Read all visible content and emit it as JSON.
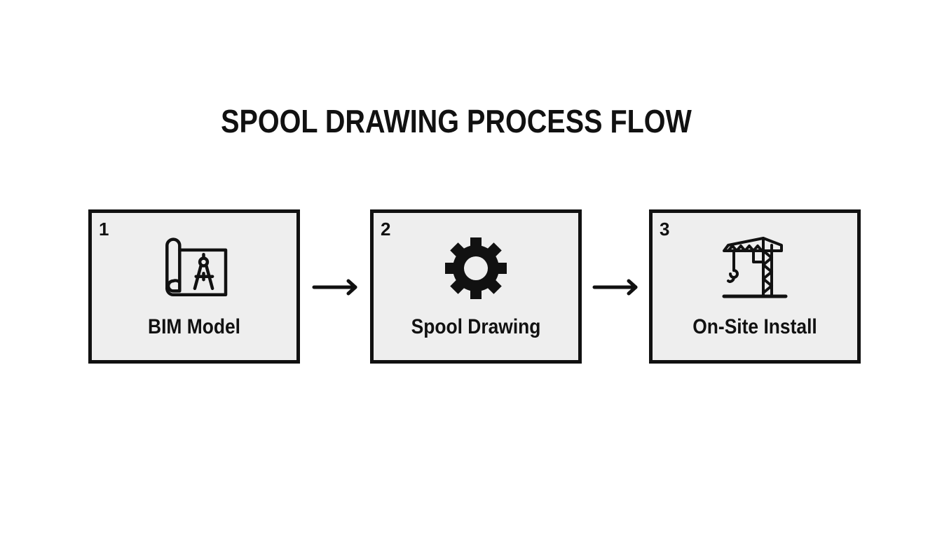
{
  "diagram": {
    "title": "SPOOL DRAWING PROCESS FLOW",
    "colors": {
      "background": "#ffffff",
      "box_fill": "#eeeeee",
      "stroke": "#111111"
    },
    "steps": [
      {
        "number": "1",
        "label": "BIM Model",
        "icon": "blueprint-compass-icon"
      },
      {
        "number": "2",
        "label": "Spool Drawing",
        "icon": "gear-icon"
      },
      {
        "number": "3",
        "label": "On-Site Install",
        "icon": "tower-crane-icon"
      }
    ],
    "connectors": [
      {
        "from": "1",
        "to": "2",
        "icon": "arrow-right-icon"
      },
      {
        "from": "2",
        "to": "3",
        "icon": "arrow-right-icon"
      }
    ]
  }
}
